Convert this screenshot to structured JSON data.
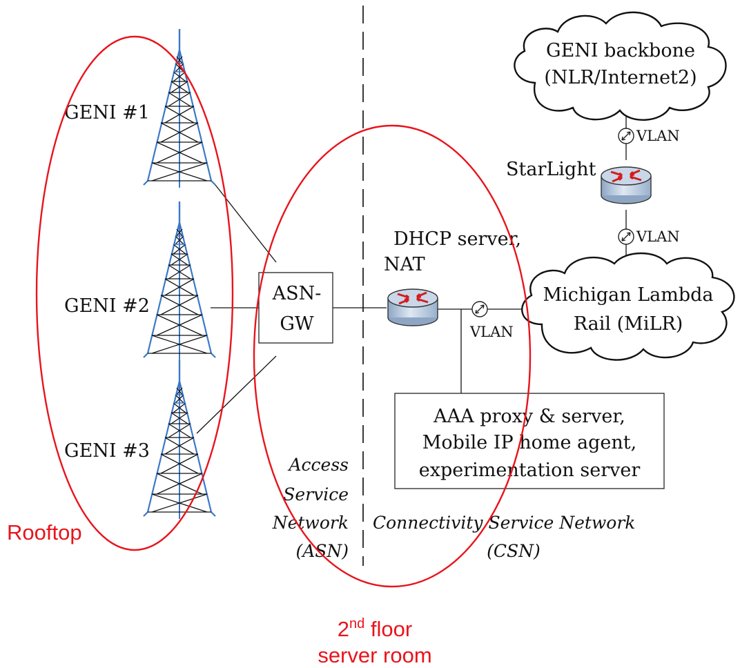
{
  "towers": [
    {
      "label": "GENI #1"
    },
    {
      "label": "GENI #2"
    },
    {
      "label": "GENI #3"
    }
  ],
  "asn_gw": {
    "line1": "ASN-",
    "line2": "GW"
  },
  "nat_router": {
    "line1": "DHCP server,",
    "line2": "NAT"
  },
  "starlight": {
    "label": "StarLight"
  },
  "clouds": {
    "geni_backbone": {
      "line1": "GENI backbone",
      "line2": "(NLR/Internet2)"
    },
    "milr": {
      "line1": "Michigan Lambda",
      "line2": "Rail (MiLR)"
    }
  },
  "vlan_labels": {
    "top": "VLAN",
    "middle": "VLAN",
    "bottom": "VLAN"
  },
  "aaa_box": {
    "line1": "AAA proxy & server,",
    "line2": "Mobile IP home agent,",
    "line3": "experimentation server"
  },
  "regions": {
    "asn": {
      "line1": "Access",
      "line2": "Service",
      "line3": "Network",
      "line4": "(ASN)"
    },
    "csn": {
      "line1": "Connectivity Service Network",
      "line2": "(CSN)"
    }
  },
  "areas": {
    "rooftop": "Rooftop",
    "server_room": {
      "sup_prefix": "2",
      "sup": "nd",
      "suffix": " floor",
      "line2": "server room"
    }
  },
  "colors": {
    "ellipse": "#e8141c",
    "tower": "#3a78c8",
    "router_arrow": "#d41c1c",
    "router_body": "#b9cbe0"
  }
}
